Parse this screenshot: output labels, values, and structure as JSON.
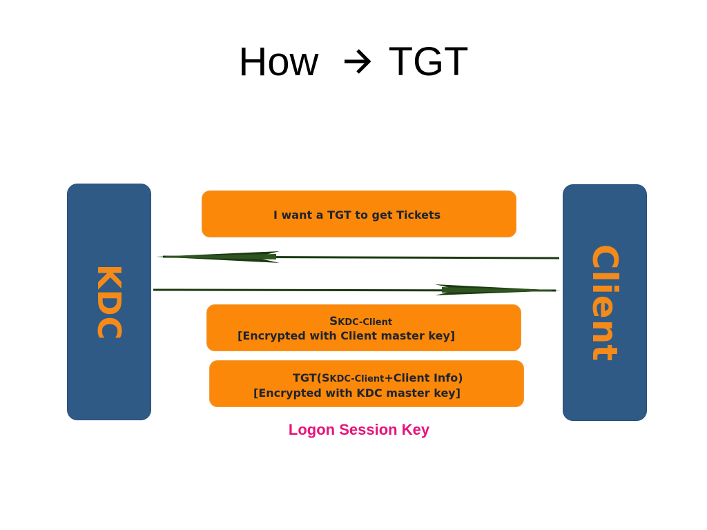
{
  "slide": {
    "title_left": "How",
    "title_arrow_icon": "right-arrow-icon",
    "title_arrow_glyph": "🡒",
    "title_right": "TGT",
    "caption": "Logon Session Key"
  },
  "actors": {
    "kdc": "KDC",
    "client": "Client"
  },
  "messages": {
    "request": "I want a TGT to get Tickets",
    "session_key": {
      "line1_prefix": "S",
      "line1_sub": "KDC-Client",
      "line2": "[Encrypted with Client master key]"
    },
    "tgt": {
      "line1_prefix": "TGT(S",
      "line1_sub": "KDC-Client",
      "line1_suffix": "+Client Info)",
      "line2": "[Encrypted with KDC master key]"
    }
  },
  "colors": {
    "actor_box": "#2e5a85",
    "actor_text": "#f48a1a",
    "message_box": "#fb8808",
    "caption": "#e8127a",
    "arrow": "#1a3a10"
  }
}
